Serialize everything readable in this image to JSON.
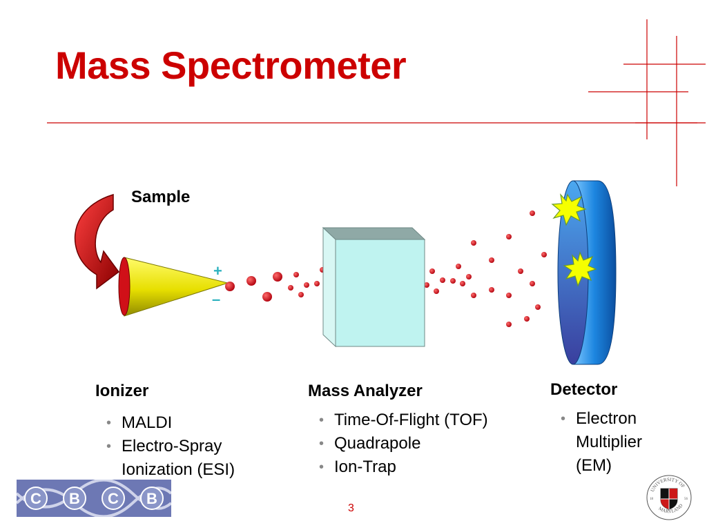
{
  "slide": {
    "title": "Mass Spectrometer",
    "page_number": "3"
  },
  "diagram": {
    "sample_label": "Sample",
    "charge_plus": "+",
    "charge_minus": "–"
  },
  "ionizer": {
    "heading": "Ionizer",
    "items": [
      "MALDI",
      "Electro-Spray",
      "Ionization (ESI)"
    ]
  },
  "mass_analyzer": {
    "heading": "Mass Analyzer",
    "items": [
      "Time-Of-Flight (TOF)",
      "Quadrapole",
      "Ion-Trap"
    ]
  },
  "detector": {
    "heading": "Detector",
    "items": [
      "Electron",
      "Multiplier",
      "(EM)"
    ]
  },
  "logos": {
    "left": {
      "letters": [
        "C",
        "B",
        "C",
        "B"
      ]
    },
    "right": {
      "top_text": "UNIVERSITY OF",
      "bottom_text": "MARYLAND",
      "year_left": "18",
      "year_right": "56"
    }
  },
  "colors": {
    "title": "#cc0000",
    "rule": "#cc0000",
    "ion": "#d0101c",
    "cone": "#e8e000",
    "box": "#bff3f0",
    "detector": "#1a7fd0"
  }
}
